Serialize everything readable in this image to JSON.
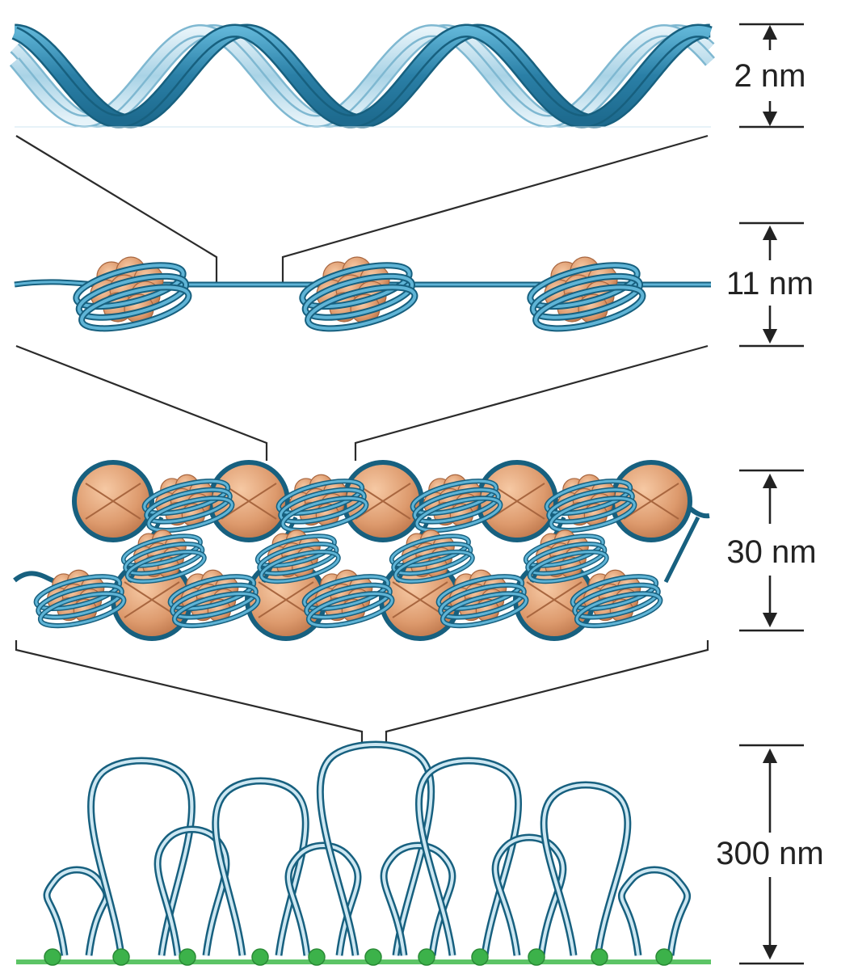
{
  "scales": [
    {
      "id": "dna-double-helix",
      "label": "2 nm"
    },
    {
      "id": "nucleosome-string",
      "label": "11 nm"
    },
    {
      "id": "chromatin-fiber",
      "label": "30 nm"
    },
    {
      "id": "looped-domains",
      "label": "300 nm"
    }
  ],
  "colors": {
    "dna_dark": "#2a7fa6",
    "dna_mid": "#4aa6c9",
    "dna_light": "#bfe0ee",
    "histone": "#d8956a",
    "histone_light": "#efbb93",
    "histone_dark": "#b06b42",
    "scaffold_green": "#3cb24a",
    "scaffold_line": "#5cc466"
  },
  "icons": [
    "up-arrow-icon",
    "down-arrow-icon"
  ]
}
